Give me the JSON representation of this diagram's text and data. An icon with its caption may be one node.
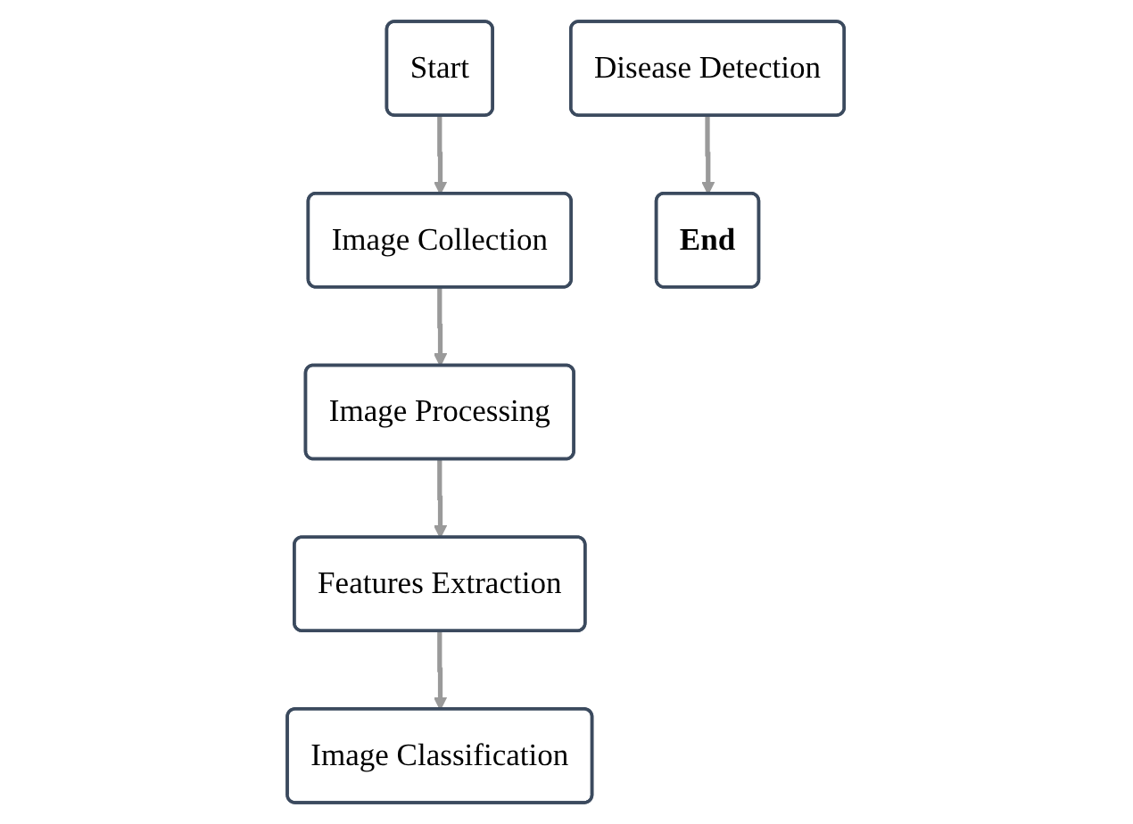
{
  "diagram": {
    "nodes": [
      {
        "text": [
          "Start"
        ]
      },
      {
        "text": [
          "Image Collection"
        ]
      },
      {
        "text": [
          "Image Processing"
        ]
      },
      {
        "text": [
          "Features Extraction"
        ]
      },
      {
        "text": [
          "Image Classification"
        ]
      },
      {
        "text": [
          "Disease Detection"
        ]
      },
      {
        "text": [
          "End"
        ]
      }
    ],
    "edges": [
      {
        "from": 0,
        "to": 1,
        "arrow": "to"
      },
      {
        "from": 1,
        "to": 2,
        "arrow": "to"
      },
      {
        "from": 2,
        "to": 3,
        "arrow": "to"
      },
      {
        "from": 3,
        "to": 4,
        "arrow": "to"
      },
      {
        "from": 5,
        "to": 6,
        "arrow": "to"
      }
    ]
  }
}
